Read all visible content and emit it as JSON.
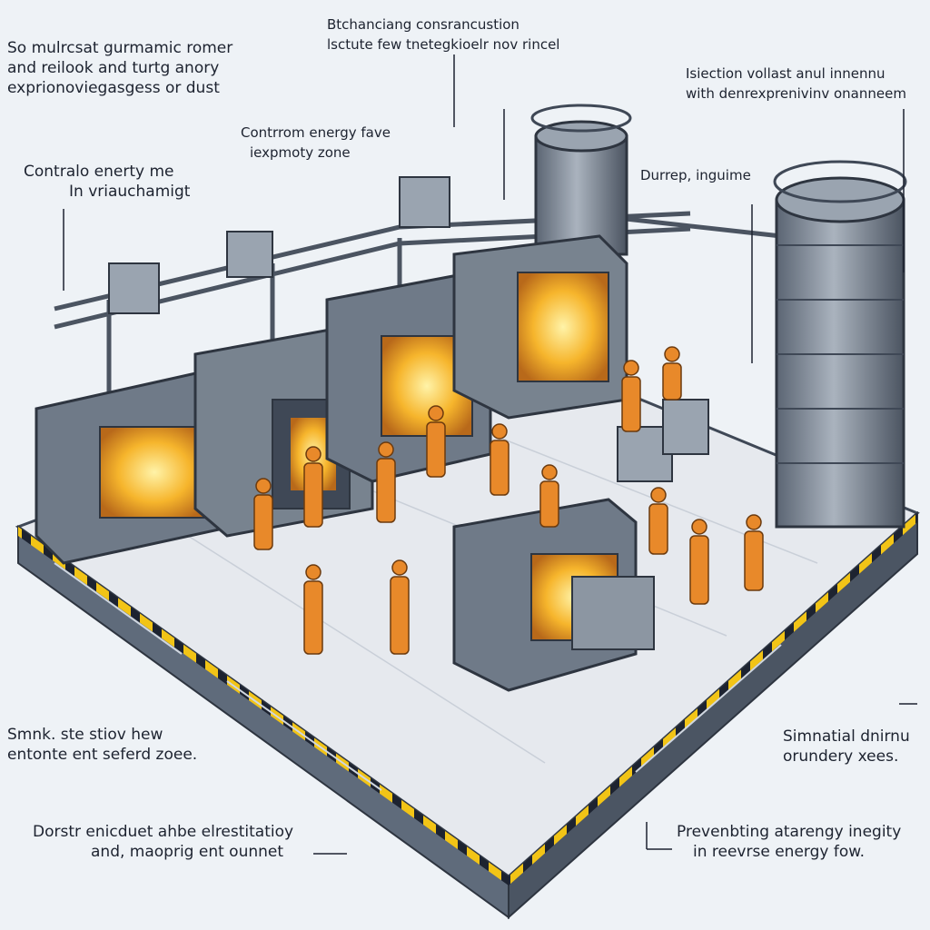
{
  "colors": {
    "background": "#eef2f6",
    "steel": "#6f7a88",
    "steel_dark": "#3f4856",
    "floor": "#e6e9ee",
    "hazard_yellow": "#f2c416",
    "worker_orange": "#e8892a",
    "glow": "#f6b52c",
    "ink": "#1d2330"
  },
  "icons": [
    "worker-figure",
    "furnace-glow",
    "control-panel",
    "storage-silo",
    "pipe-rack"
  ],
  "callouts": {
    "top_left": {
      "line1": "So mulrcsat gurmamic romer",
      "line2": "and reilook and turtg anory",
      "line3": "exprionoviegasgess or dust"
    },
    "top_center": {
      "line1": "Btchanciang consrancustion",
      "line2": "lsctute few tnetegkioelr nov rincel"
    },
    "top_right": {
      "line1": "Isiection vollast anul innennu",
      "line2": "with denrexprenivinv onanneem"
    },
    "mid_left": {
      "line1": "Contralo enerty me",
      "line2": "In vriauchamigt"
    },
    "mid_center": {
      "line1": "Contrrom energy fave",
      "line2": "iexpmoty zone"
    },
    "mid_right": {
      "line1": "Durrep, inguime"
    },
    "bottom_left_mid": {
      "line1": "Smnk. ste stiov hew",
      "line2": "entonte ent seferd zoee."
    },
    "bottom_left": {
      "line1": "Dorstr enicduet ahbe elrestitatioy",
      "line2": "and, maoprig ent ounnet"
    },
    "bottom_right_mid": {
      "line1": "Simnatial dnirnu",
      "line2": "orundery xees."
    },
    "bottom_right": {
      "line1": "Prevenbting atarengy inegity",
      "line2": "in reevrse energy fow."
    }
  }
}
